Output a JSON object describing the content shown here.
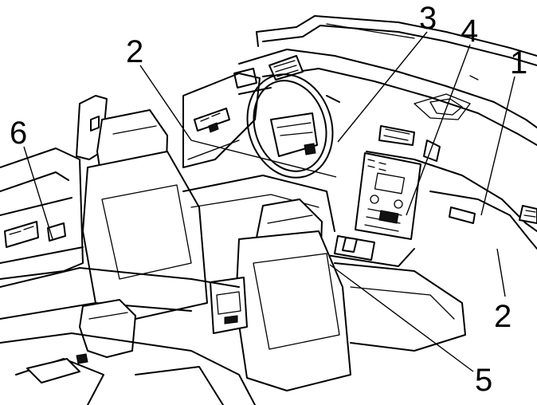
{
  "callouts": [
    {
      "id": "callout-1",
      "label": "1"
    },
    {
      "id": "callout-2-top",
      "label": "2"
    },
    {
      "id": "callout-2-bottom",
      "label": "2"
    },
    {
      "id": "callout-3",
      "label": "3"
    },
    {
      "id": "callout-4",
      "label": "4"
    },
    {
      "id": "callout-5",
      "label": "5"
    },
    {
      "id": "callout-6",
      "label": "6"
    }
  ]
}
